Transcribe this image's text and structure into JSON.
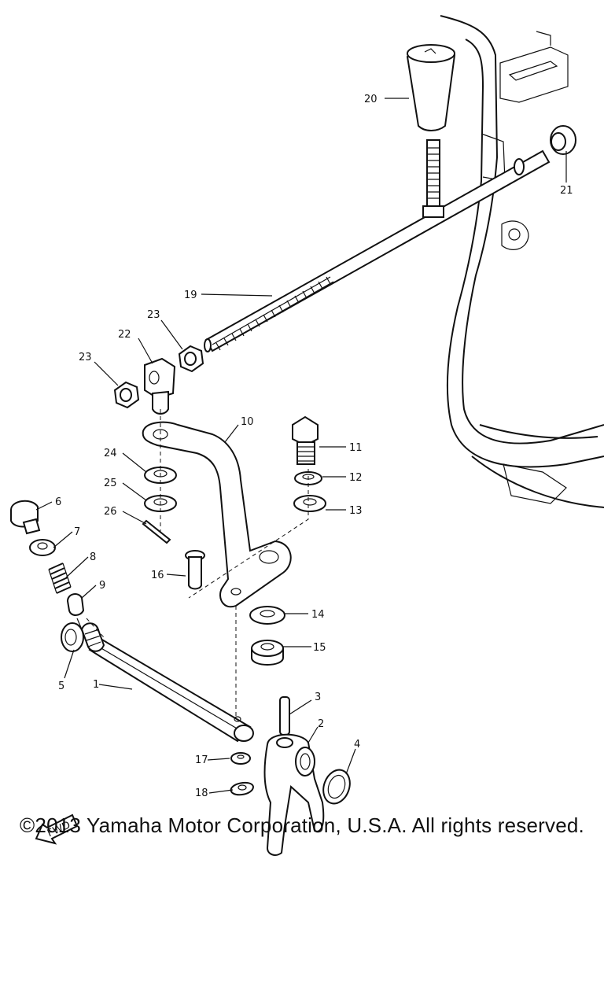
{
  "copyright": "©2013 Yamaha Motor Corporation, U.S.A. All rights reserved.",
  "fwd_label": "FWD",
  "callouts": {
    "c1": "1",
    "c2": "2",
    "c3": "3",
    "c4": "4",
    "c5": "5",
    "c6": "6",
    "c7": "7",
    "c8": "8",
    "c9": "9",
    "c10": "10",
    "c11": "11",
    "c12": "12",
    "c13": "13",
    "c14": "14",
    "c15": "15",
    "c16": "16",
    "c17": "17",
    "c18": "18",
    "c19": "19",
    "c20": "20",
    "c21": "21",
    "c22": "22",
    "c23a": "23",
    "c23b": "23",
    "c24": "24",
    "c25": "25",
    "c26": "26"
  }
}
